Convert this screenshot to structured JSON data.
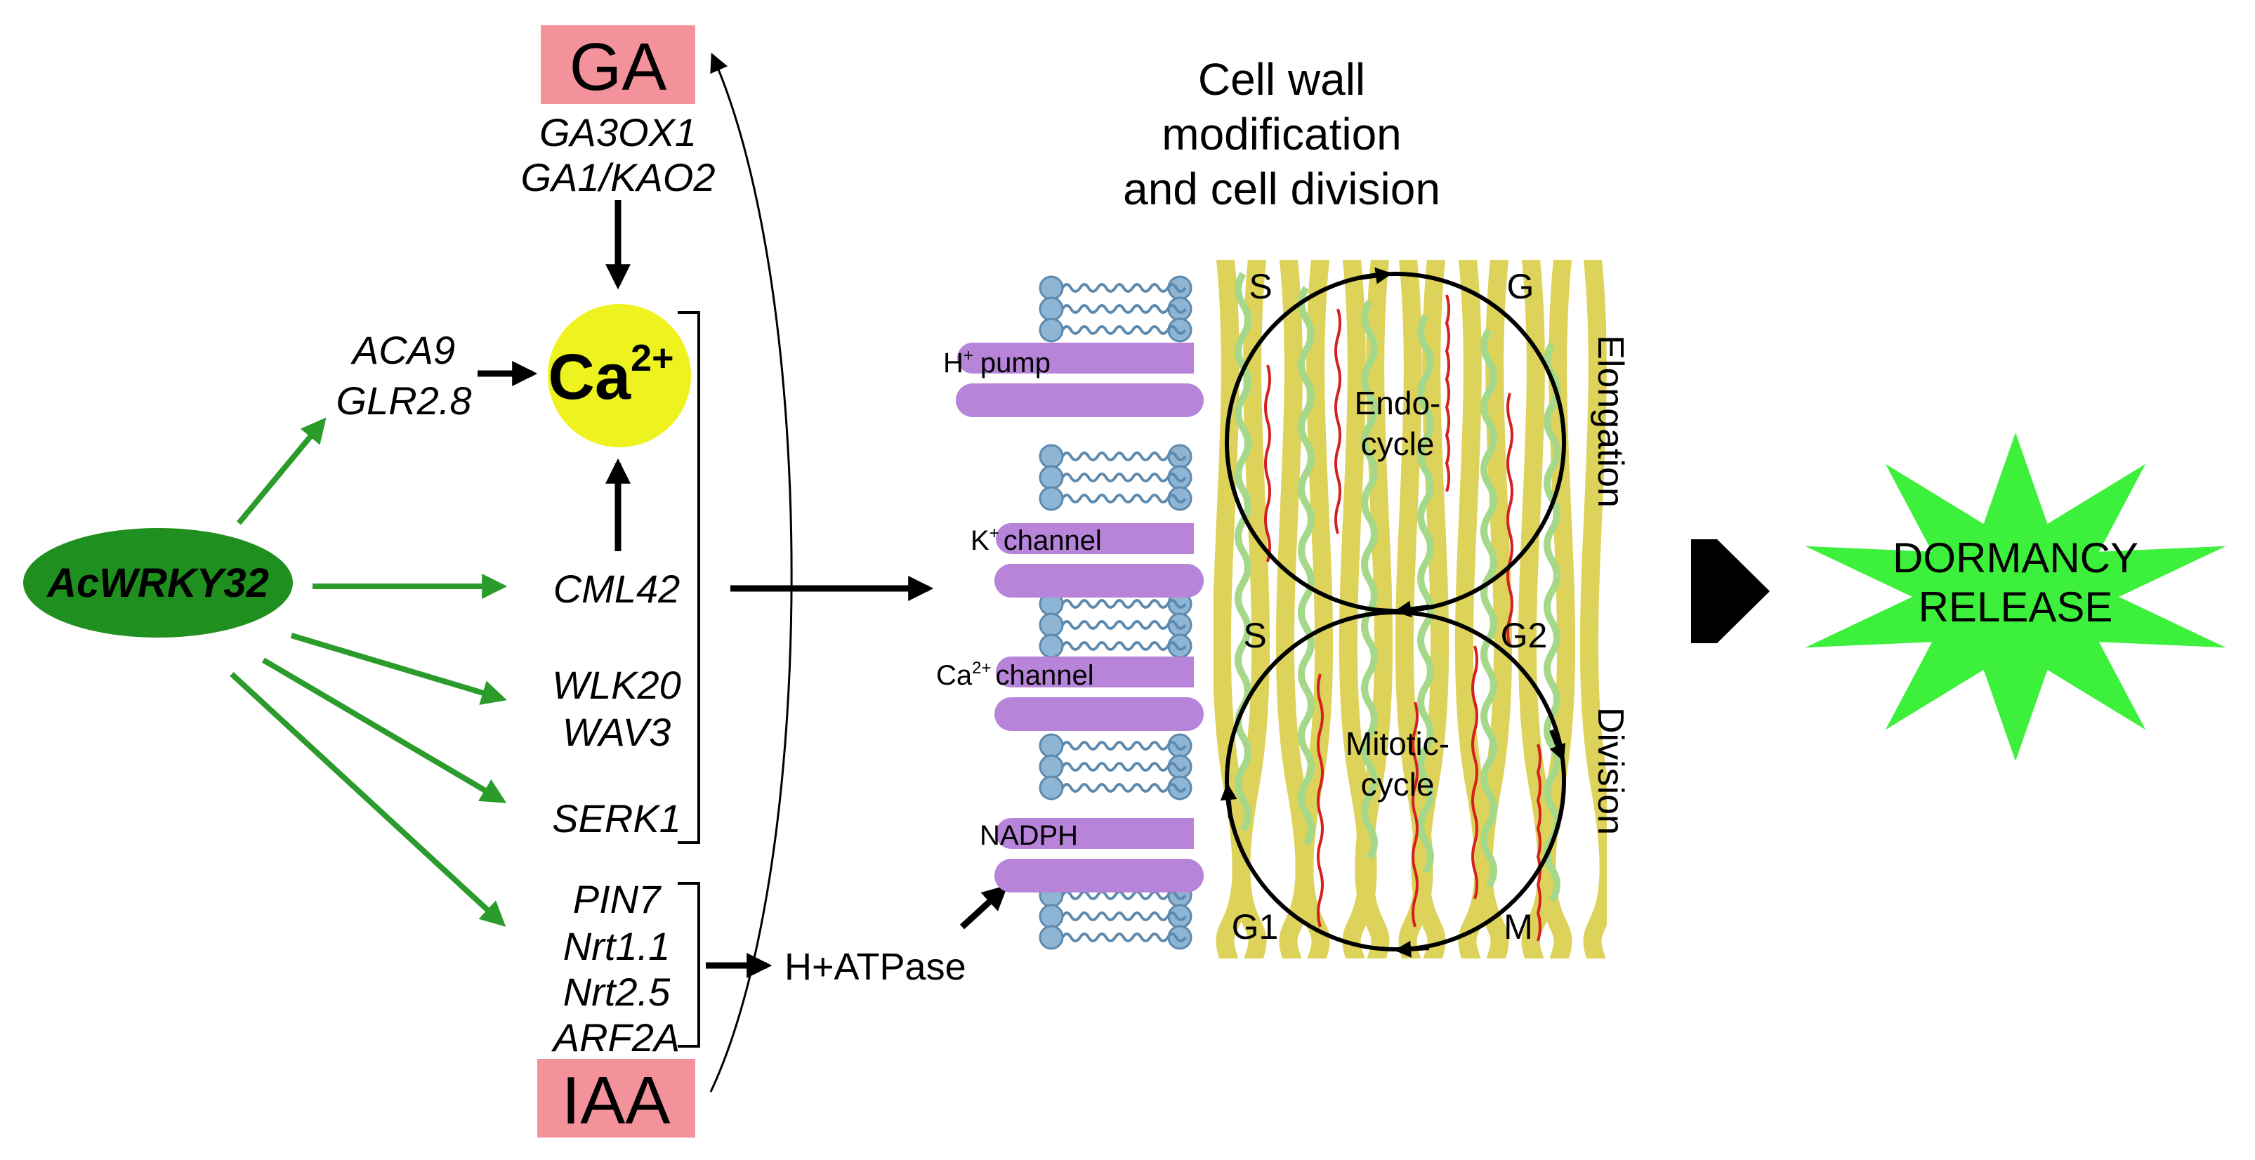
{
  "colors": {
    "hormone_box": "#f4929b",
    "calcium": "#eef21e",
    "wrky": "#1f8f1f",
    "green_arrow": "#2b9b2b",
    "membrane_protein": "#b784d9",
    "lipid_head": "#8fb5d4",
    "fiber_yellow": "#ddd25a",
    "fiber_green": "#a6d88a",
    "fiber_red": "#d42020",
    "star": "#3cf03c"
  },
  "hormones": {
    "ga": "GA",
    "iaa": "IAA"
  },
  "ga_genes": [
    "GA3OX1",
    "GA1/KAO2"
  ],
  "calcium": {
    "base": "Ca",
    "sup": "2+"
  },
  "aca_genes": [
    "ACA9",
    "GLR2.8"
  ],
  "wrky": "AcWRKY32",
  "target_genes": {
    "cml": "CML42",
    "wlk": [
      "WLK20",
      "WAV3"
    ],
    "serk": "SERK1",
    "auxin": [
      "PIN7",
      "Nrt1.1",
      "Nrt2.5",
      "ARF2A"
    ]
  },
  "atpase": "H+ATPase",
  "membrane": {
    "h_pump": {
      "ion": "H",
      "sup": "+",
      "label": "pump"
    },
    "k_channel": {
      "ion": "K",
      "sup": "+",
      "label": "channel"
    },
    "ca_channel": {
      "ion": "Ca",
      "sup": "2+",
      "label": "channel"
    },
    "nadph": "NADPH"
  },
  "cell_wall_title": [
    "Cell wall",
    "modification",
    "and cell division"
  ],
  "cycles": {
    "endo": [
      "Endo-",
      "cycle"
    ],
    "mitotic": [
      "Mitotic-",
      "cycle"
    ],
    "phase_labels": {
      "s_top": "S",
      "g_top": "G",
      "s_mid": "S",
      "g2": "G2",
      "g1": "G1",
      "m": "M"
    }
  },
  "side_labels": {
    "elongation": "Elongation",
    "division": "Division"
  },
  "outcome": [
    "DORMANCY",
    "RELEASE"
  ]
}
